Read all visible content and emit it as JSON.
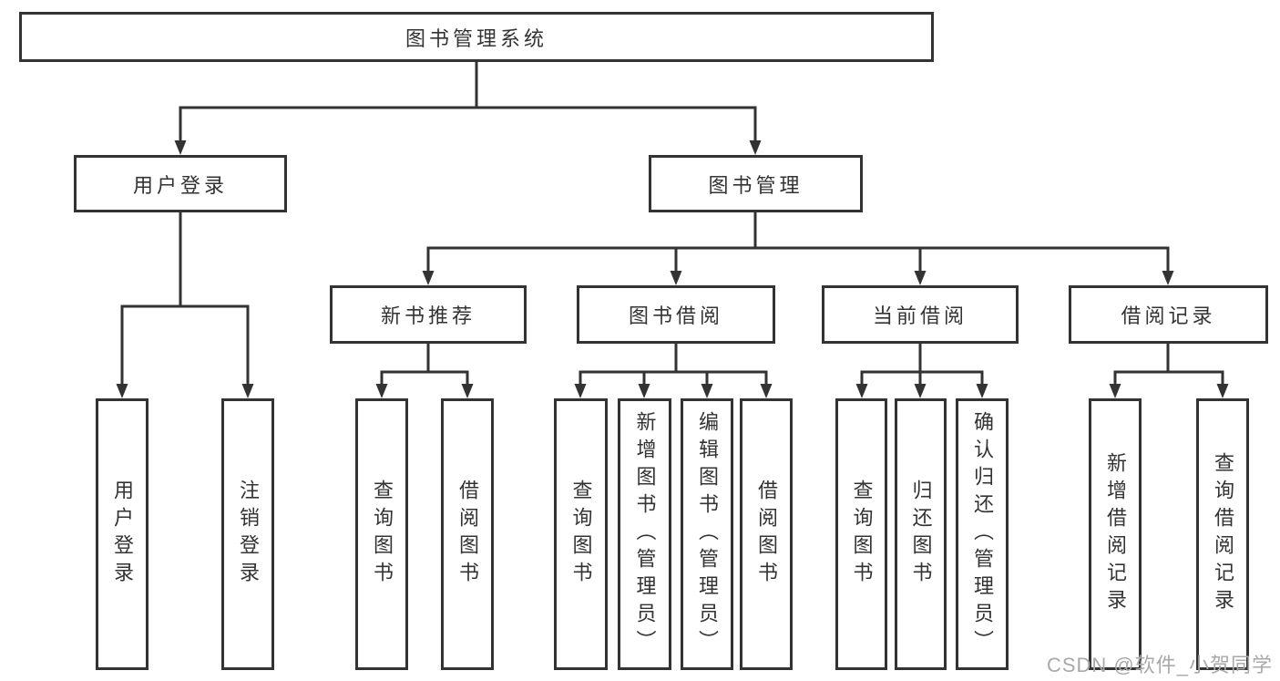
{
  "title": "图书管理系统",
  "nodes": {
    "root": {
      "label": "图书管理系统"
    },
    "l2": [
      {
        "label": "用户登录"
      },
      {
        "label": "图书管理"
      }
    ],
    "l3": [
      {
        "label": "新书推荐"
      },
      {
        "label": "图书借阅"
      },
      {
        "label": "当前借阅"
      },
      {
        "label": "借阅记录"
      }
    ],
    "l4": [
      {
        "label": "用户登录",
        "parent": "用户登录"
      },
      {
        "label": "注销登录",
        "parent": "用户登录"
      },
      {
        "label": "查询图书",
        "parent": "新书推荐"
      },
      {
        "label": "借阅图书",
        "parent": "新书推荐"
      },
      {
        "label": "查询图书",
        "parent": "图书借阅"
      },
      {
        "label": "新增图书（管理员）",
        "parent": "图书借阅"
      },
      {
        "label": "编辑图书（管理员）",
        "parent": "图书借阅"
      },
      {
        "label": "借阅图书",
        "parent": "图书借阅"
      },
      {
        "label": "查询图书",
        "parent": "当前借阅"
      },
      {
        "label": "归还图书",
        "parent": "当前借阅"
      },
      {
        "label": "确认归还（管理员）",
        "parent": "当前借阅"
      },
      {
        "label": "新增借阅记录",
        "parent": "借阅记录"
      },
      {
        "label": "查询借阅记录",
        "parent": "借阅记录"
      }
    ],
    "edges": [
      [
        "图书管理系统",
        "用户登录"
      ],
      [
        "图书管理系统",
        "图书管理"
      ],
      [
        "图书管理",
        "新书推荐"
      ],
      [
        "图书管理",
        "图书借阅"
      ],
      [
        "图书管理",
        "当前借阅"
      ],
      [
        "图书管理",
        "借阅记录"
      ]
    ]
  },
  "watermark": {
    "text": "CSDN @软件_小贺同学"
  },
  "colors": {
    "line": "#333333",
    "text": "#333333",
    "background": "#ffffff",
    "watermark": "#a9a9a9"
  }
}
